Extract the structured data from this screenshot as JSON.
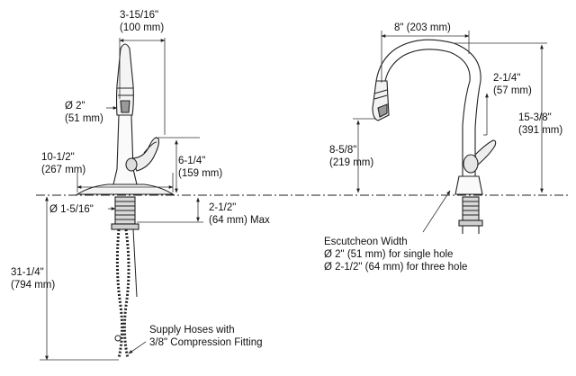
{
  "front_view": {
    "top_width": {
      "line1": "3-15/16\"",
      "line2": "(100 mm)"
    },
    "spray_diameter": {
      "line1": "Ø 2\"",
      "line2": "(51 mm)"
    },
    "deck_width": {
      "line1": "10-1/2\"",
      "line2": "(267 mm)"
    },
    "handle_height": {
      "line1": "6-1/4\"",
      "line2": "(159 mm)"
    },
    "shank_diameter": {
      "line1": "Ø 1-5/16\""
    },
    "max_deck_thickness": {
      "line1": "2-1/2\"",
      "line2": "(64 mm) Max"
    },
    "hose_length": {
      "line1": "31-1/4\"",
      "line2": "(794 mm)"
    },
    "supply_note": {
      "line1": "Supply Hoses with",
      "line2": "3/8\" Compression Fitting"
    }
  },
  "side_view": {
    "reach": {
      "line1": "8\" (203 mm)"
    },
    "handle_offset": {
      "line1": "2-1/4\"",
      "line2": "(57 mm)"
    },
    "overall_height": {
      "line1": "15-3/8\"",
      "line2": "(391 mm)"
    },
    "spout_height": {
      "line1": "8-5/8\"",
      "line2": "(219 mm)"
    },
    "escutcheon": {
      "title": "Escutcheon Width",
      "single": "Ø 2\" (51 mm) for single hole",
      "three": "Ø 2-1/2\" (64 mm) for three hole"
    }
  },
  "colors": {
    "line": "#222222",
    "dim": "#333333",
    "shade": "#bdbdbd"
  }
}
